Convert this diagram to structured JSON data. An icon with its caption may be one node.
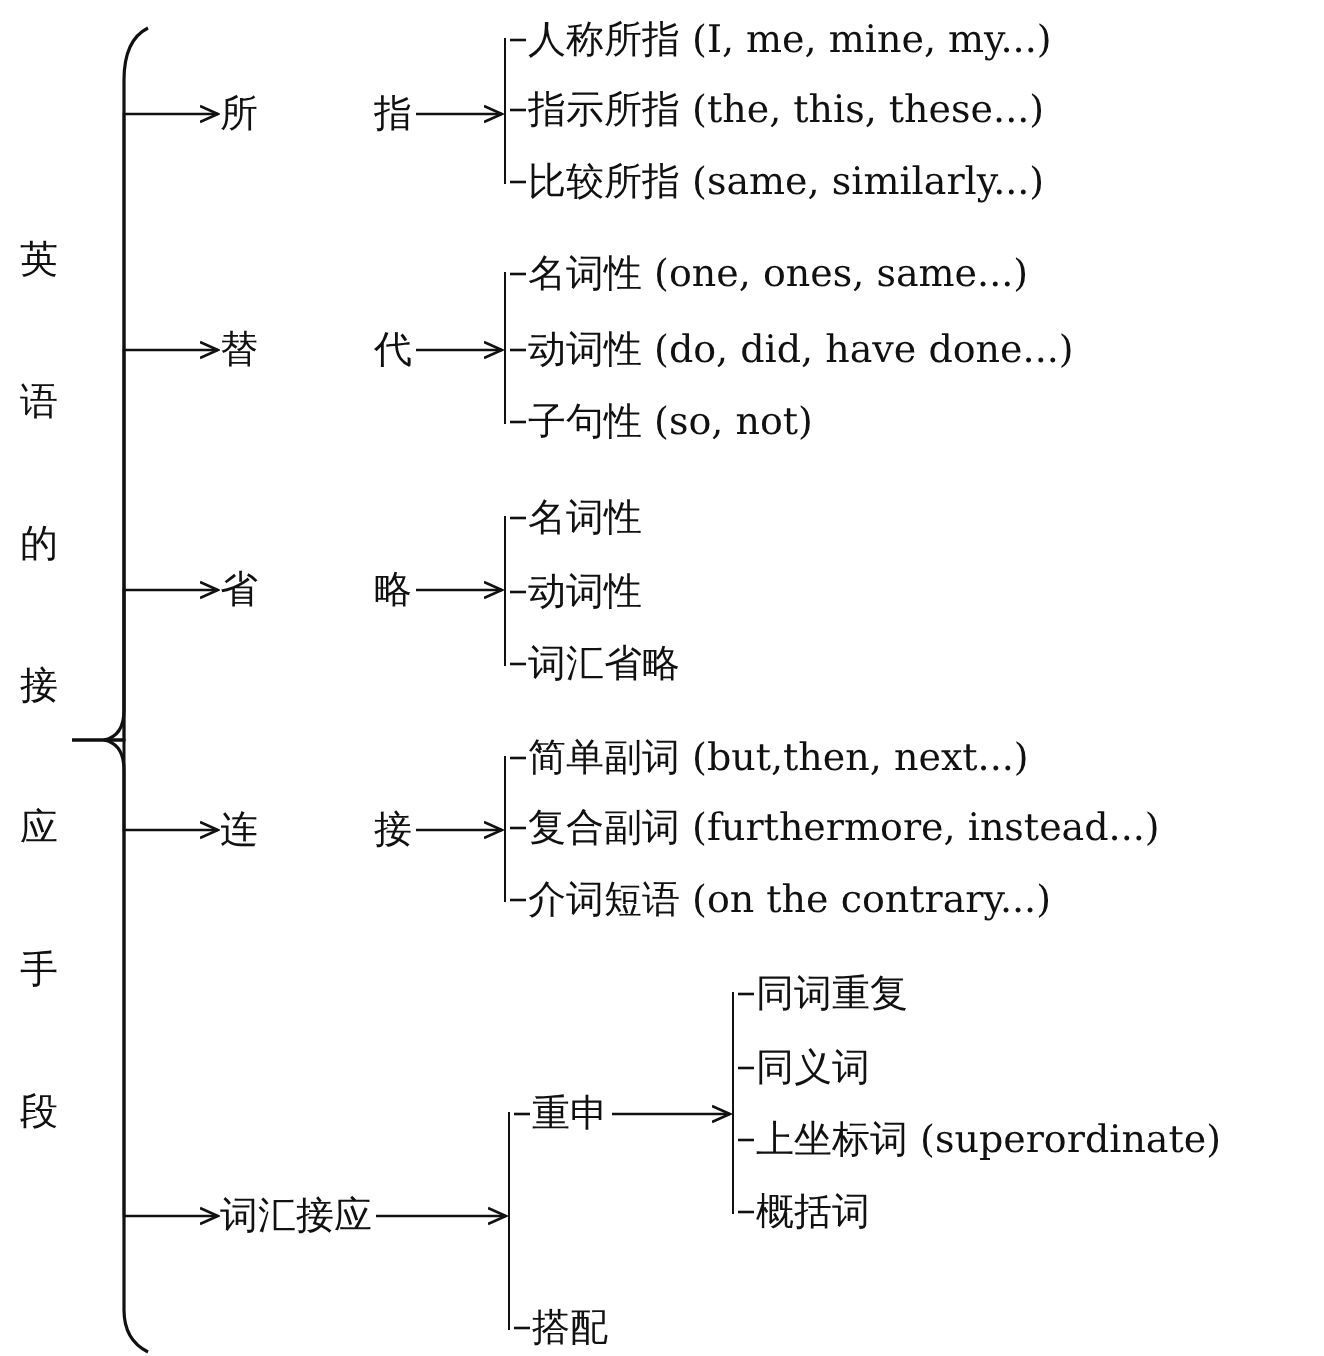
{
  "diagram": {
    "nodes": [
      {
        "text": [
          "英语的接应手段"
        ]
      },
      {
        "text": [
          "所指"
        ]
      },
      {
        "text": [
          "替代"
        ]
      },
      {
        "text": [
          "省略"
        ]
      },
      {
        "text": [
          "连接"
        ]
      },
      {
        "text": [
          "词汇接应"
        ]
      },
      {
        "text": [
          "人称所指 (I, me, mine, my...)"
        ]
      },
      {
        "text": [
          "指示所指 (the, this, these...)"
        ]
      },
      {
        "text": [
          "比较所指 (same, similarly...)"
        ]
      },
      {
        "text": [
          "名词性 (one, ones, same...)"
        ]
      },
      {
        "text": [
          "动词性 (do, did, have done...)"
        ]
      },
      {
        "text": [
          "子句性 (so, not)"
        ]
      },
      {
        "text": [
          "名词性"
        ]
      },
      {
        "text": [
          "动词性"
        ]
      },
      {
        "text": [
          "词汇省略"
        ]
      },
      {
        "text": [
          "简单副词 (but,then, next...)"
        ]
      },
      {
        "text": [
          "复合副词 (furthermore, instead...)"
        ]
      },
      {
        "text": [
          "介词短语 (on the contrary...)"
        ]
      },
      {
        "text": [
          "重申"
        ]
      },
      {
        "text": [
          "搭配"
        ]
      },
      {
        "text": [
          "同词重复"
        ]
      },
      {
        "text": [
          "同义词"
        ]
      },
      {
        "text": [
          "上坐标词 (superordinate)"
        ]
      },
      {
        "text": [
          "概括词"
        ]
      },
      {
        "text": [],
        "shape": "bracket"
      },
      {
        "text": [],
        "shape": "bracket"
      },
      {
        "text": [],
        "shape": "bracket"
      },
      {
        "text": [],
        "shape": "bracket"
      },
      {
        "text": [],
        "shape": "bracket"
      },
      {
        "text": [],
        "shape": "bracket"
      }
    ],
    "edges": [
      {
        "from": 0,
        "to": 1,
        "arrow": "to"
      },
      {
        "from": 0,
        "to": 2,
        "arrow": "to"
      },
      {
        "from": 0,
        "to": 3,
        "arrow": "to"
      },
      {
        "from": 0,
        "to": 4,
        "arrow": "to"
      },
      {
        "from": 0,
        "to": 5,
        "arrow": "to"
      },
      {
        "from": 1,
        "to": 24,
        "arrow": "to"
      },
      {
        "from": 24,
        "to": 6,
        "arrow": "none"
      },
      {
        "from": 24,
        "to": 7,
        "arrow": "none"
      },
      {
        "from": 24,
        "to": 8,
        "arrow": "none"
      },
      {
        "from": 2,
        "to": 25,
        "arrow": "to"
      },
      {
        "from": 25,
        "to": 9,
        "arrow": "none"
      },
      {
        "from": 25,
        "to": 10,
        "arrow": "none"
      },
      {
        "from": 25,
        "to": 11,
        "arrow": "none"
      },
      {
        "from": 3,
        "to": 26,
        "arrow": "to"
      },
      {
        "from": 26,
        "to": 12,
        "arrow": "none"
      },
      {
        "from": 26,
        "to": 13,
        "arrow": "none"
      },
      {
        "from": 26,
        "to": 14,
        "arrow": "none"
      },
      {
        "from": 4,
        "to": 27,
        "arrow": "to"
      },
      {
        "from": 27,
        "to": 15,
        "arrow": "none"
      },
      {
        "from": 27,
        "to": 16,
        "arrow": "none"
      },
      {
        "from": 27,
        "to": 17,
        "arrow": "none"
      },
      {
        "from": 5,
        "to": 28,
        "arrow": "to"
      },
      {
        "from": 28,
        "to": 18,
        "arrow": "none"
      },
      {
        "from": 28,
        "to": 19,
        "arrow": "none"
      },
      {
        "from": 18,
        "to": 29,
        "arrow": "to"
      },
      {
        "from": 29,
        "to": 20,
        "arrow": "none"
      },
      {
        "from": 29,
        "to": 21,
        "arrow": "none"
      },
      {
        "from": 29,
        "to": 22,
        "arrow": "none"
      },
      {
        "from": 29,
        "to": 23,
        "arrow": "none"
      }
    ]
  }
}
